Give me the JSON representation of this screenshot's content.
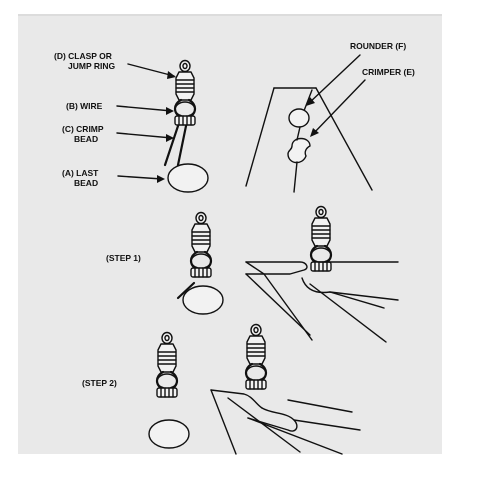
{
  "labels": {
    "clasp_line1": "(D) CLASP OR",
    "clasp_line2": "JUMP RING",
    "wire": "(B) WIRE",
    "crimp_line1": "(C) CRIMP",
    "crimp_line2": "BEAD",
    "bead_line1": "(A) LAST",
    "bead_line2": "BEAD",
    "rounder": "ROUNDER (F)",
    "crimper": "CRIMPER (E)",
    "step1": "(STEP 1)",
    "step2": "(STEP 2)"
  }
}
